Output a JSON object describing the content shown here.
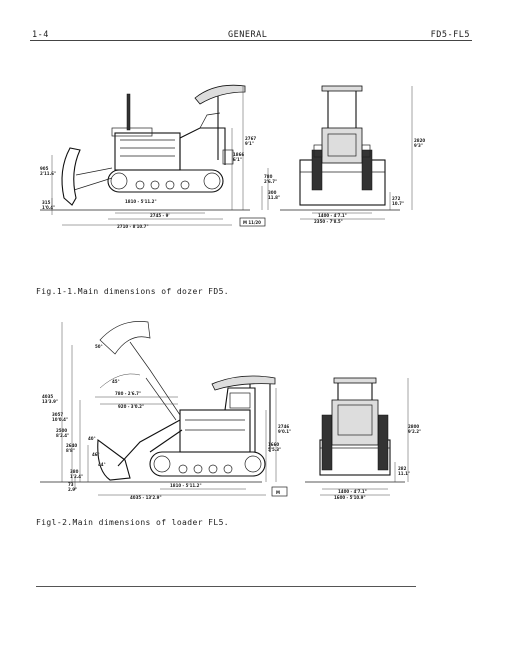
{
  "header": {
    "page_number": "1-4",
    "section": "GENERAL",
    "models": "FD5-FL5"
  },
  "figure1": {
    "caption": "Fig.1-1.Main dimensions of dozer FD5.",
    "side_labels": {
      "overall_length": "2710 - 8'10.7\"",
      "track_length": "2745 - 9'",
      "track_ground": "1810 - 5'11.2\"",
      "overall_height": "2767\n9'1\"",
      "body_height": "1866\n6'1\"",
      "blade_height": "905\n2'11.6\"",
      "blade_drop": "315\n1'0.4\"",
      "clearance": "300\n11.8\"",
      "sprocket_height": "780\n2'6.7\""
    },
    "front_labels": {
      "height": "2820\n9'3\"",
      "track_gauge": "1400 - 4'7.1\"",
      "blade_width": "2350 - 7'8.5\"",
      "ground_clear": "272\n10.7\""
    },
    "code": "M 11/20"
  },
  "figure2": {
    "caption": "Figl-2.Main dimensions of loader FL5.",
    "side_labels": {
      "max_height": "4035\n13'3.9\"",
      "pin_height": "3057\n10'0.4\"",
      "dump_height": "2500\n8'2.4\"",
      "bucket_height": "2640\n8'8\"",
      "cab_height": "2746\n9'0.1\"",
      "engine_height": "1660\n5'5.3\"",
      "dig_depth": "380\n1'2.4\"",
      "ground": "73\n2.9\"",
      "reach_1": "780 - 2'6.7\"",
      "reach_2": "920 - 3'0.2\"",
      "track_ground": "1810 - 5'11.2\"",
      "overall_length": "4035 - 13'2.9\"",
      "angle_dump": "45°",
      "angle_rollback": "50°",
      "angle_1": "40°",
      "angle_2": "46°",
      "angle_3": "44°"
    },
    "front_labels": {
      "height": "2800\n9'2.2\"",
      "track_gauge": "1400 - 4'7.1\"",
      "bucket_width": "1600 - 5'10.9\"",
      "ground_clear": "282\n11.1\""
    },
    "code": "M"
  }
}
